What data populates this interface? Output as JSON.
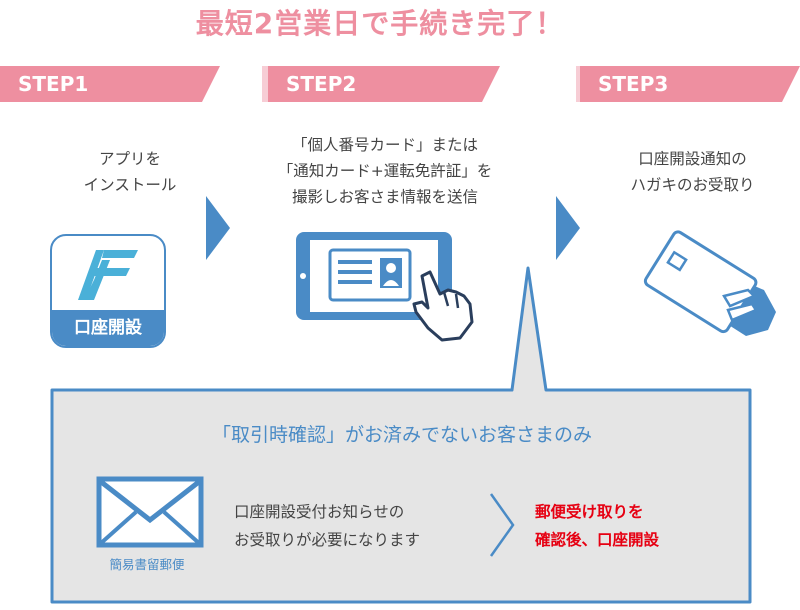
{
  "headline": "最短2営業日で手続き完了！",
  "steps": [
    {
      "label": "STEP1",
      "lines": [
        "アプリを",
        "インストール"
      ]
    },
    {
      "label": "STEP2",
      "lines": [
        "「個人番号カード」または",
        "「通知カード+運転免許証」を",
        "撮影しお客さま情報を送信"
      ]
    },
    {
      "label": "STEP3",
      "lines": [
        "口座開設通知の",
        "ハガキのお受取り"
      ]
    }
  ],
  "app_icon_label": "口座開設",
  "callout": {
    "title": "「取引時確認」がお済みでないお客さまのみ",
    "mail_label": "簡易書留郵便",
    "notice_lines": [
      "口座開設受付お知らせの",
      "お受取りが必要になります"
    ],
    "result_lines": [
      "郵便受け取りを",
      "確認後、口座開設"
    ]
  },
  "colors": {
    "pink": "#ee8fa0",
    "blue": "#4a8bc6",
    "red": "#e60012",
    "callout_bg": "#e5e5e5"
  }
}
